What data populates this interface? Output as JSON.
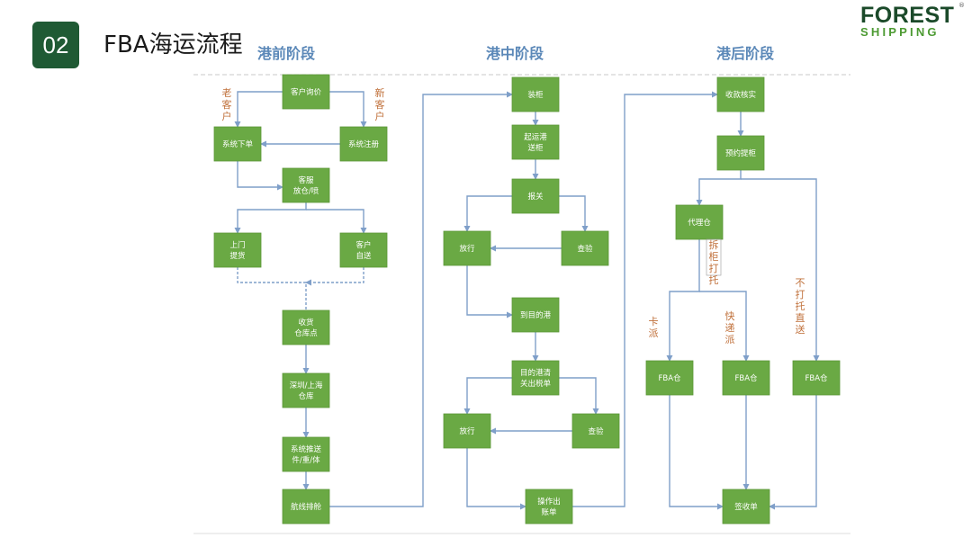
{
  "header": {
    "slide_number": "02",
    "title": "FBA海运流程",
    "logo_top": "FOREST",
    "logo_bottom": "SHIPPING",
    "logo_reg": "®"
  },
  "phases": [
    {
      "id": "pre",
      "label": "港前阶段"
    },
    {
      "id": "mid",
      "label": "港中阶段"
    },
    {
      "id": "post",
      "label": "港后阶段"
    }
  ],
  "colors": {
    "node_fill": "#6aa944",
    "node_border": "#5b9638",
    "connector": "#7f9fc9",
    "annotation": "#c0703a",
    "phase_label": "#5b88b8",
    "divider": "#c8c8c8"
  },
  "nodes": [
    {
      "id": "inquiry",
      "phase": "pre",
      "lines": [
        "客户询价"
      ]
    },
    {
      "id": "order",
      "phase": "pre",
      "lines": [
        "系统下单"
      ]
    },
    {
      "id": "register",
      "phase": "pre",
      "lines": [
        "系统注册"
      ]
    },
    {
      "id": "cs_booking",
      "phase": "pre",
      "lines": [
        "客服",
        "放仓/喷"
      ]
    },
    {
      "id": "pickup",
      "phase": "pre",
      "lines": [
        "上门",
        "提货"
      ]
    },
    {
      "id": "self_delivery",
      "phase": "pre",
      "lines": [
        "客户",
        "自送"
      ]
    },
    {
      "id": "receive_point",
      "phase": "pre",
      "lines": [
        "收货",
        "仓库点"
      ]
    },
    {
      "id": "sz_sh_wh",
      "phase": "pre",
      "lines": [
        "深圳/上海",
        "仓库"
      ]
    },
    {
      "id": "sys_push",
      "phase": "pre",
      "lines": [
        "系统推送",
        "件/重/体"
      ]
    },
    {
      "id": "route_plan",
      "phase": "pre",
      "lines": [
        "航线排舱"
      ]
    },
    {
      "id": "load",
      "phase": "mid",
      "lines": [
        "装柜"
      ]
    },
    {
      "id": "origin_port",
      "phase": "mid",
      "lines": [
        "起运港",
        "送柜"
      ]
    },
    {
      "id": "customs",
      "phase": "mid",
      "lines": [
        "报关"
      ]
    },
    {
      "id": "release1",
      "phase": "mid",
      "lines": [
        "放行"
      ]
    },
    {
      "id": "inspect1",
      "phase": "mid",
      "lines": [
        "查验"
      ]
    },
    {
      "id": "arrive_dest",
      "phase": "mid",
      "lines": [
        "到目的港"
      ]
    },
    {
      "id": "dest_clearance",
      "phase": "mid",
      "lines": [
        "目的港清",
        "关出税单"
      ]
    },
    {
      "id": "release2",
      "phase": "mid",
      "lines": [
        "放行"
      ]
    },
    {
      "id": "inspect2",
      "phase": "mid",
      "lines": [
        "查验"
      ]
    },
    {
      "id": "bill_out",
      "phase": "mid",
      "lines": [
        "操作出",
        "账单"
      ]
    },
    {
      "id": "payment_check",
      "phase": "post",
      "lines": [
        "收款核实"
      ]
    },
    {
      "id": "book_pickup",
      "phase": "post",
      "lines": [
        "预约提柜"
      ]
    },
    {
      "id": "agent_wh",
      "phase": "post",
      "lines": [
        "代理仓"
      ]
    },
    {
      "id": "fba1",
      "phase": "post",
      "lines": [
        "FBA仓"
      ]
    },
    {
      "id": "fba2",
      "phase": "post",
      "lines": [
        "FBA仓"
      ]
    },
    {
      "id": "fba3",
      "phase": "post",
      "lines": [
        "FBA仓"
      ]
    },
    {
      "id": "sign_receipt",
      "phase": "post",
      "lines": [
        "签收单"
      ]
    }
  ],
  "annotations": [
    {
      "id": "old_customer",
      "text": "老客户"
    },
    {
      "id": "new_customer",
      "text": "新客户"
    },
    {
      "id": "devan_pallet",
      "text": "拆柜打托"
    },
    {
      "id": "truck",
      "text": "卡派"
    },
    {
      "id": "express",
      "text": "快递派"
    },
    {
      "id": "direct",
      "text": "不打托直送"
    }
  ],
  "edges": [
    {
      "from": "inquiry",
      "to": "order",
      "label": "old_customer"
    },
    {
      "from": "inquiry",
      "to": "register",
      "label": "new_customer"
    },
    {
      "from": "register",
      "to": "order"
    },
    {
      "from": "order",
      "to": "cs_booking"
    },
    {
      "from": "cs_booking",
      "to": "pickup"
    },
    {
      "from": "cs_booking",
      "to": "self_delivery"
    },
    {
      "from": "pickup",
      "to": "receive_point",
      "style": "dashed"
    },
    {
      "from": "self_delivery",
      "to": "receive_point",
      "style": "dashed"
    },
    {
      "from": "receive_point",
      "to": "sz_sh_wh"
    },
    {
      "from": "sz_sh_wh",
      "to": "sys_push"
    },
    {
      "from": "sys_push",
      "to": "route_plan"
    },
    {
      "from": "route_plan",
      "to": "load"
    },
    {
      "from": "load",
      "to": "origin_port"
    },
    {
      "from": "origin_port",
      "to": "customs"
    },
    {
      "from": "customs",
      "to": "release1"
    },
    {
      "from": "customs",
      "to": "inspect1"
    },
    {
      "from": "inspect1",
      "to": "release1"
    },
    {
      "from": "release1",
      "to": "arrive_dest"
    },
    {
      "from": "arrive_dest",
      "to": "dest_clearance"
    },
    {
      "from": "dest_clearance",
      "to": "release2"
    },
    {
      "from": "dest_clearance",
      "to": "inspect2"
    },
    {
      "from": "inspect2",
      "to": "release2"
    },
    {
      "from": "release2",
      "to": "bill_out"
    },
    {
      "from": "bill_out",
      "to": "payment_check"
    },
    {
      "from": "payment_check",
      "to": "book_pickup"
    },
    {
      "from": "book_pickup",
      "to": "agent_wh"
    },
    {
      "from": "book_pickup",
      "to": "fba3",
      "label": "direct"
    },
    {
      "from": "agent_wh",
      "to": "fba1",
      "label": "truck"
    },
    {
      "from": "agent_wh",
      "to": "fba2",
      "label": "express"
    },
    {
      "from": "fba1",
      "to": "sign_receipt"
    },
    {
      "from": "fba2",
      "to": "sign_receipt"
    },
    {
      "from": "fba3",
      "to": "sign_receipt"
    }
  ]
}
